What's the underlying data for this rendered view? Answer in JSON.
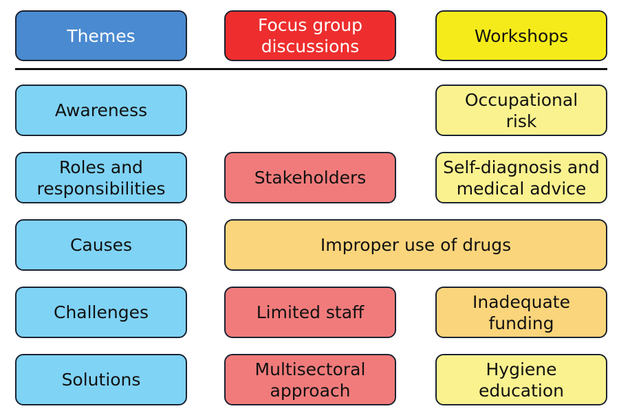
{
  "headers": {
    "themes": "Themes",
    "focus_groups": "Focus group\ndiscussions",
    "workshops": "Workshops"
  },
  "themes": [
    "Awareness",
    "Roles and\nresponsibilities",
    "Causes",
    "Challenges",
    "Solutions"
  ],
  "findings": {
    "awareness": {
      "workshops": "Occupational\nrisk"
    },
    "roles": {
      "focus_groups": "Stakeholders",
      "workshops": "Self-diagnosis and\nmedical advice"
    },
    "causes": {
      "both": "Improper use of drugs"
    },
    "challenges": {
      "focus_groups": "Limited staff",
      "workshops": "Inadequate\nfunding"
    },
    "solutions": {
      "focus_groups": "Multisectoral\napproach",
      "workshops": "Hygiene\neducation"
    }
  },
  "colors": {
    "themes_header": "#4a8ad0",
    "focus_header": "#ee2e2e",
    "workshops_header": "#f6eb1a",
    "theme_box": "#7fd3f5",
    "focus_box": "#f17b7b",
    "workshop_box": "#faf28f",
    "shared_box": "#fbd57b"
  }
}
